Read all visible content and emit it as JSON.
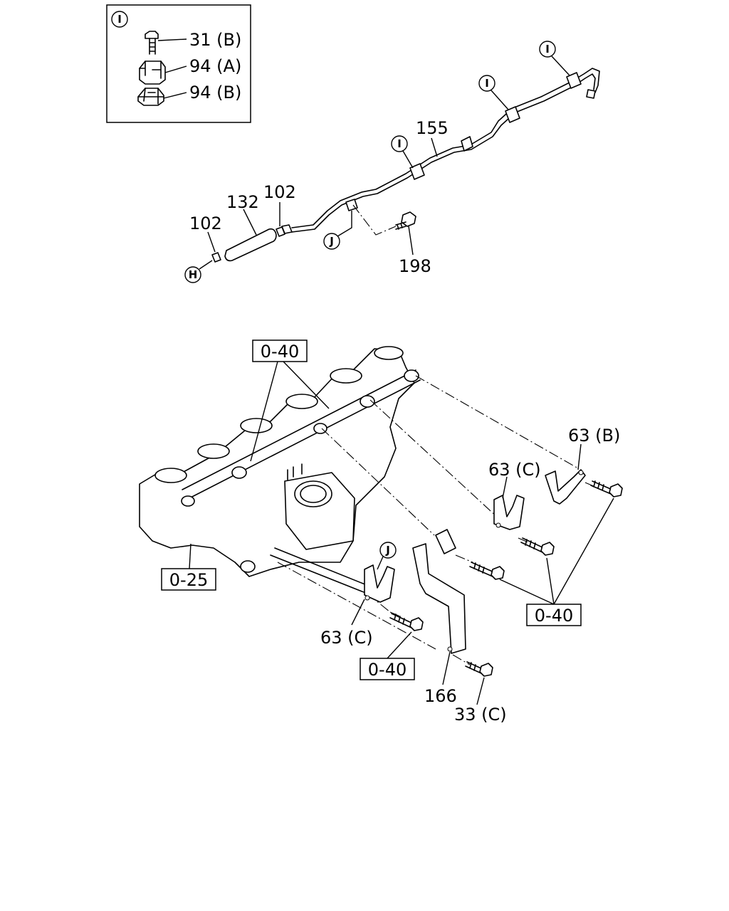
{
  "inset": {
    "marker": "I",
    "items": [
      {
        "label": "31 (B)"
      },
      {
        "label": "94 (A)"
      },
      {
        "label": "94 (B)"
      }
    ]
  },
  "upper": {
    "markers": {
      "i1": "I",
      "i2": "I",
      "i3": "I",
      "h": "H",
      "j": "J"
    },
    "labels": {
      "p155": "155",
      "p132": "132",
      "p102a": "102",
      "p102b": "102",
      "p198": "198"
    }
  },
  "lower": {
    "refs": {
      "r1": "0-40",
      "r2": "0-25",
      "r3": "0-40",
      "r4": "0-40"
    },
    "labels": {
      "p63b": "63 (B)",
      "p63c1": "63 (C)",
      "p63c2": "63 (C)",
      "p166": "166",
      "p33c": "33 (C)"
    },
    "markers": {
      "j": "J"
    }
  }
}
